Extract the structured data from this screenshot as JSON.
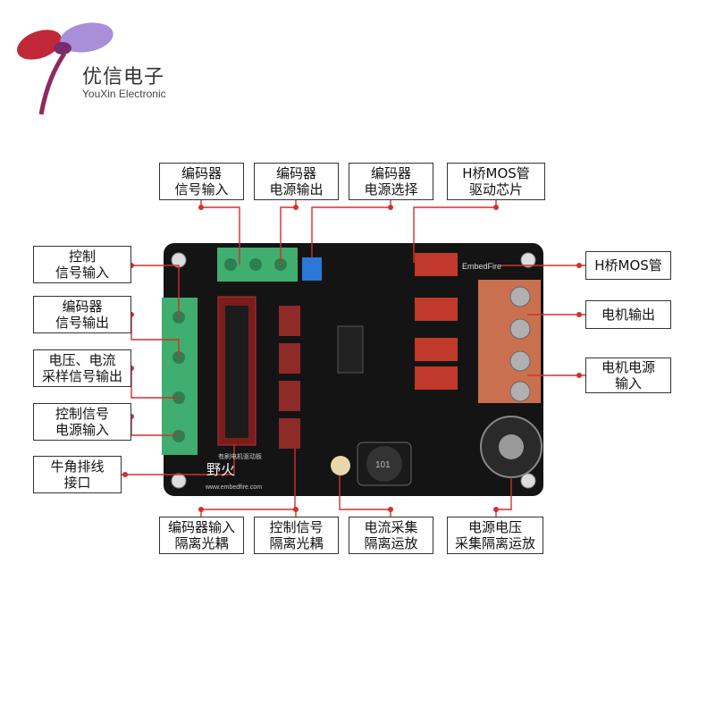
{
  "brand": {
    "name_cn": "优信电子",
    "name_en": "YouXin Electronic"
  },
  "board": {
    "silk_brand": "EmbedFire",
    "logo_text": "野火",
    "website": "www.embedfire.com",
    "inductor_marking": "101",
    "header_title": "有刷电机驱动板"
  },
  "colors": {
    "board": "#141414",
    "leader": "#d32f2f",
    "terminal_green": "#3fae6e",
    "terminal_copper": "#c9714f",
    "connector_red": "#c0392b"
  },
  "callouts": {
    "encoder_signal_in": [
      "编码器",
      "信号输入"
    ],
    "encoder_power_out": [
      "编码器",
      "电源输出"
    ],
    "encoder_power_select": [
      "编码器",
      "电源选择"
    ],
    "hbridge_driver": [
      "H桥MOS管",
      "驱动芯片"
    ],
    "hbridge_mos": [
      "H桥MOS管"
    ],
    "ctrl_signal_in": [
      "控制",
      "信号输入"
    ],
    "encoder_signal_out": [
      "编码器",
      "信号输出"
    ],
    "vi_sample_out": [
      "电压、电流",
      "采样信号输出"
    ],
    "ctrl_power_in": [
      "控制信号",
      "电源输入"
    ],
    "ribbon_header": [
      "牛角排线",
      "接口"
    ],
    "motor_out": [
      "电机输出"
    ],
    "motor_power_in": [
      "电机电源",
      "输入"
    ],
    "encoder_opto": [
      "编码器输入",
      "隔离光耦"
    ],
    "ctrl_opto": [
      "控制信号",
      "隔离光耦"
    ],
    "current_amp": [
      "电流采集",
      "隔离运放"
    ],
    "voltage_amp": [
      "电源电压",
      "采集隔离运放"
    ]
  }
}
